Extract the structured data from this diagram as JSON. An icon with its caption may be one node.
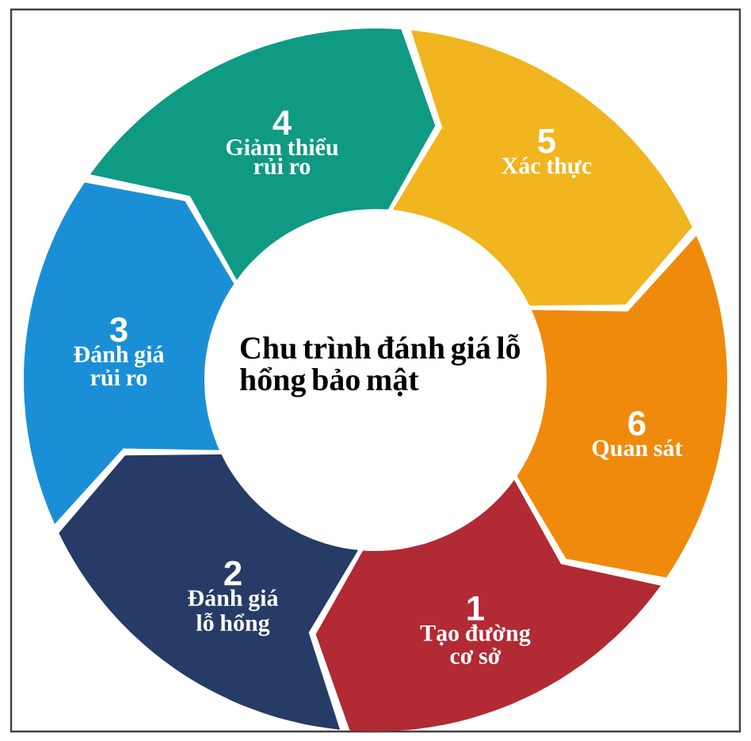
{
  "diagram": {
    "title": "Chu trình đánh giá lỗ hổng bảo mật",
    "nodes": [
      {
        "text": [
          "1",
          "Tạo đường cơ sở"
        ]
      },
      {
        "text": [
          "2",
          "Đánh giá lỗ hổng"
        ]
      },
      {
        "text": [
          "3",
          "Đánh giá rủi ro"
        ]
      },
      {
        "text": [
          "4",
          "Giảm thiểu rủi ro"
        ]
      },
      {
        "text": [
          "5",
          "Xác thực"
        ]
      },
      {
        "text": [
          "6",
          "Quan sát"
        ]
      }
    ]
  }
}
